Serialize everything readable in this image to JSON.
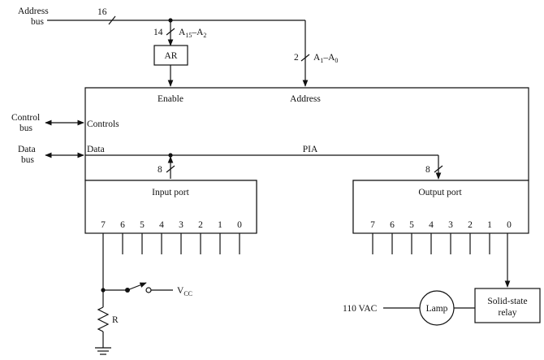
{
  "labels": {
    "address_bus": [
      "Address",
      "bus"
    ],
    "bus_width": "16",
    "upper_width": "14",
    "upper_lines": {
      "base": "A",
      "sub1": "15",
      "dash": "–A",
      "sub2": "2"
    },
    "lower_width": "2",
    "lower_lines": {
      "base": "A",
      "sub1": "1",
      "dash": "–A",
      "sub2": "0"
    },
    "ar": "AR",
    "enable": "Enable",
    "address": "Address",
    "control_bus": [
      "Control",
      "bus"
    ],
    "controls": "Controls",
    "data_bus": [
      "Data",
      "bus"
    ],
    "data": "Data",
    "pia": "PIA",
    "input_width": "8",
    "output_width": "8",
    "input_port": "Input port",
    "output_port": "Output port",
    "vcc": {
      "base": "V",
      "sub": "CC"
    },
    "resistor": "R",
    "mains": "110 VAC",
    "lamp": "Lamp",
    "relay": [
      "Solid-state",
      "relay"
    ]
  },
  "input_bits": [
    "7",
    "6",
    "5",
    "4",
    "3",
    "2",
    "1",
    "0"
  ],
  "output_bits": [
    "7",
    "6",
    "5",
    "4",
    "3",
    "2",
    "1",
    "0"
  ]
}
